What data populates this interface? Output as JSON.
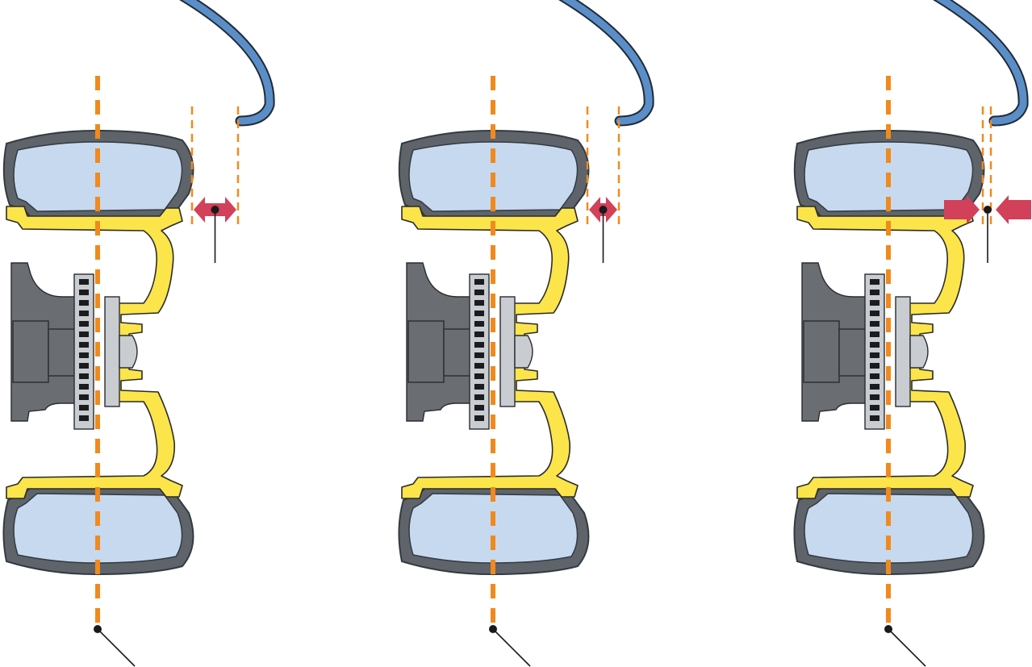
{
  "diagram": {
    "panels": [
      {
        "id": "panel-1",
        "clearance": "wide"
      },
      {
        "id": "panel-2",
        "clearance": "narrow"
      },
      {
        "id": "panel-3",
        "clearance": "none"
      }
    ],
    "colors": {
      "tire_outline": "#333a42",
      "tire_body": "#5f646b",
      "air_chamber": "#c6d9ef",
      "rim_fill": "#fbe54a",
      "rim_stroke": "#2b2b2b",
      "suspension_gray": "#6a6d72",
      "hub_light": "#c9ccd0",
      "centerline": "#f08a1d",
      "fender": "#5b8ec8",
      "fender_stroke": "#1f2b36",
      "arrow_fill": "#d2405a",
      "leader_line": "#1a1a1a"
    },
    "icons": {
      "expand_arrow": "double-headed-arrow-icon",
      "squeeze_arrow": "opposing-arrows-icon"
    }
  }
}
